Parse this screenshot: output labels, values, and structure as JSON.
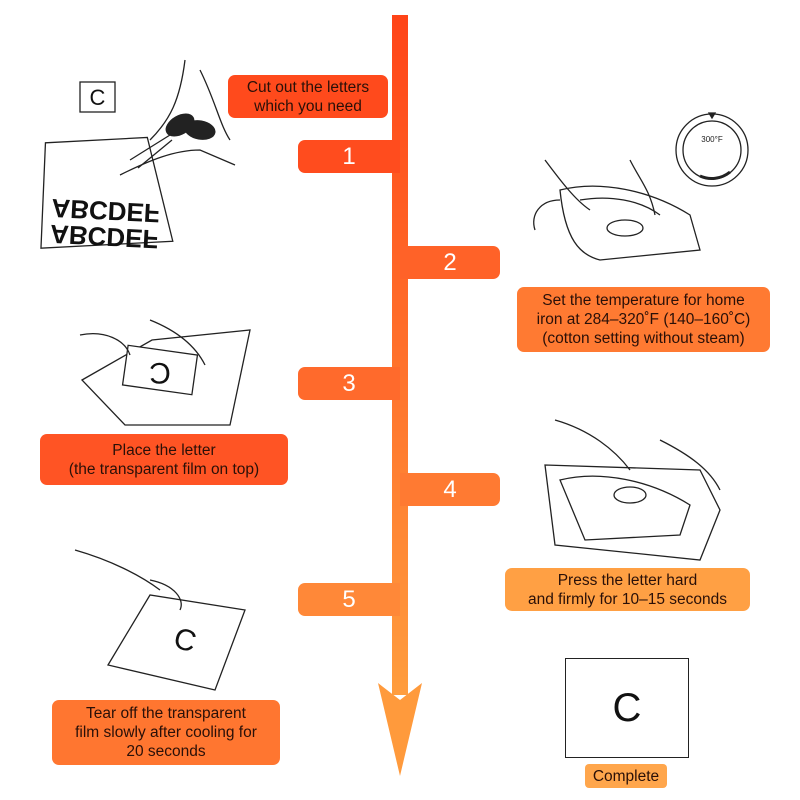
{
  "colors": {
    "arrow_top": "#ff4418",
    "arrow_bottom": "#ff9d3e",
    "step1": "#ff4a1c",
    "step2": "#ff7a32",
    "step3": "#ff5424",
    "step4": "#ffa044",
    "step5": "#ff7630",
    "complete": "#ffa64c"
  },
  "steps": [
    {
      "number": "1",
      "caption_lines": [
        "Cut out the letters",
        "which you need"
      ]
    },
    {
      "number": "2",
      "caption_lines": [
        "Set the temperature for home",
        "iron at 284–320˚F (140–160˚C)",
        "(cotton setting without steam)"
      ]
    },
    {
      "number": "3",
      "caption_lines": [
        "Place the letter",
        "(the transparent film on top)"
      ]
    },
    {
      "number": "4",
      "caption_lines": [
        "Press the letter hard",
        "and firmly for 10–15 seconds"
      ]
    },
    {
      "number": "5",
      "caption_lines": [
        "Tear off the transparent",
        "film slowly after cooling for",
        "20 seconds"
      ]
    }
  ],
  "illustrations": {
    "letter_sample": "C",
    "sheet_letters": [
      "ABCDEF",
      "ABCDEF"
    ],
    "thermostat_label": "300°F",
    "placed_letter": "C",
    "peeled_letter": "C"
  },
  "complete": {
    "letter": "C",
    "label": "Complete"
  }
}
